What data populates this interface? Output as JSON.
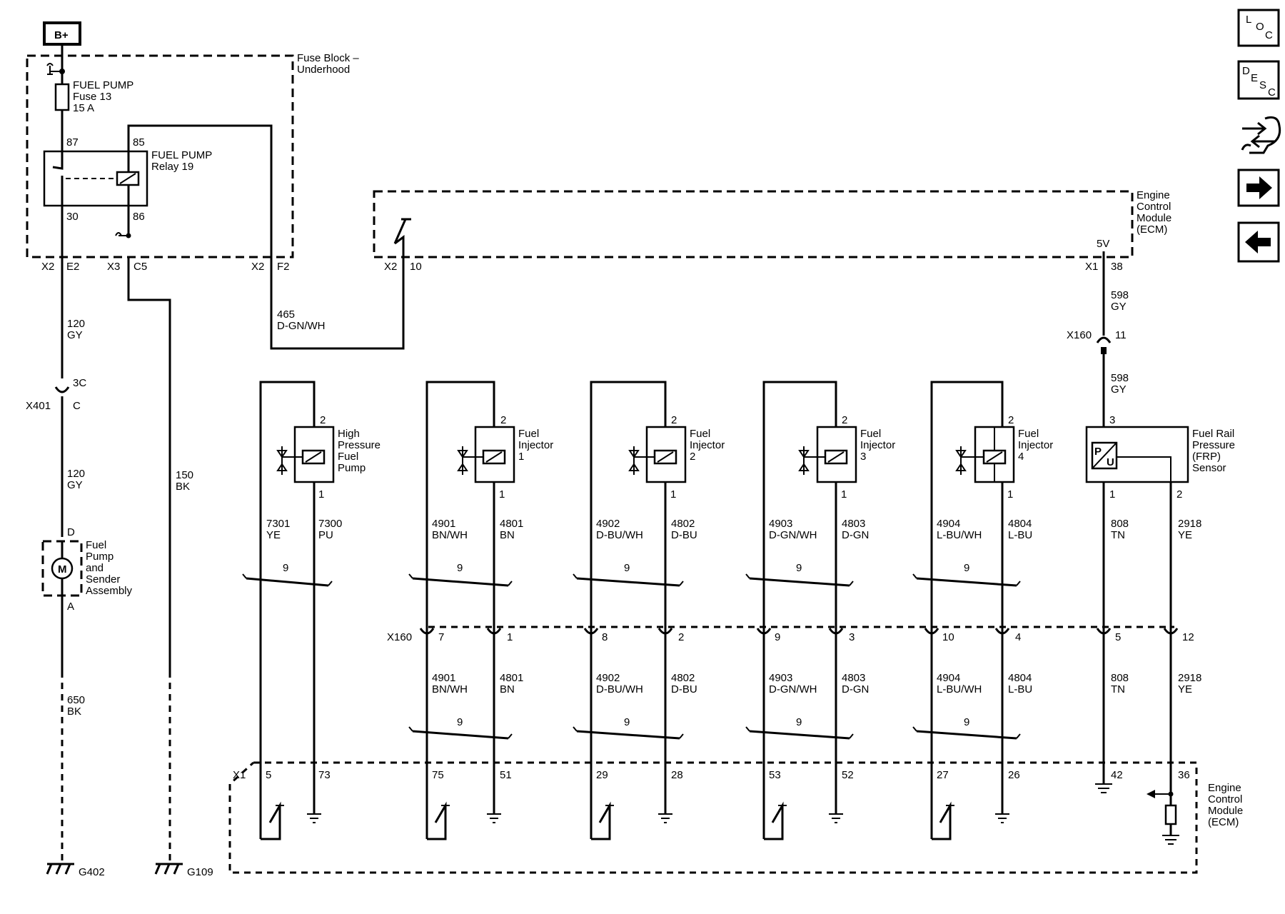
{
  "power": {
    "label": "B+"
  },
  "fuse_block": {
    "title_line1": "Fuse Block –",
    "title_line2": "Underhood",
    "fuse": {
      "line1": "FUEL PUMP",
      "line2": "Fuse 13",
      "line3": "15 A"
    },
    "relay": {
      "line1": "FUEL PUMP",
      "line2": "Relay 19",
      "pin_87": "87",
      "pin_85": "85",
      "pin_30": "30",
      "pin_86": "86"
    },
    "connectors": {
      "x2_e2_conn": "X2",
      "x2_e2_pin": "E2",
      "x3_c5_conn": "X3",
      "x3_c5_pin": "C5",
      "x2_f2_conn": "X2",
      "x2_f2_pin": "F2"
    }
  },
  "ecm_top": {
    "label_line1": "Engine",
    "label_line2": "Control",
    "label_line3": "Module",
    "label_line4": "(ECM)",
    "x2_conn": "X2",
    "x2_pin": "10",
    "x1_conn": "X1",
    "x1_pin": "38",
    "voltage": "5V"
  },
  "wires": {
    "w465_num": "465",
    "w465_color": "D-GN/WH",
    "w120a_num": "120",
    "w120a_color": "GY",
    "w120b_num": "120",
    "w120b_color": "GY",
    "w150_num": "150",
    "w150_color": "BK",
    "w650_num": "650",
    "w650_color": "BK",
    "w598a_num": "598",
    "w598a_color": "GY",
    "w598b_num": "598",
    "w598b_color": "GY"
  },
  "x401": {
    "conn": "X401",
    "pin_top": "3C",
    "pin_bottom": "C"
  },
  "x160_top": {
    "conn": "X160",
    "pin": "11"
  },
  "fuel_pump_assy": {
    "pin_d": "D",
    "pin_a": "A",
    "motor": "M",
    "line1": "Fuel",
    "line2": "Pump",
    "line3": "and",
    "line4": "Sender",
    "line5": "Assembly"
  },
  "grounds": {
    "g402": "G402",
    "g109": "G109"
  },
  "hp_pump": {
    "line1": "High",
    "line2": "Pressure",
    "line3": "Fuel",
    "line4": "Pump",
    "pin2": "2",
    "pin1": "1",
    "wl_num": "7301",
    "wl_color": "YE",
    "wr_num": "7300",
    "wr_color": "PU",
    "twist": "9",
    "ecm_l": "5",
    "ecm_r": "73"
  },
  "injectors": [
    {
      "line1": "Fuel",
      "line2": "Injector",
      "line3": "1",
      "pin2": "2",
      "pin1": "1",
      "wl_num": "4901",
      "wl_color": "BN/WH",
      "wr_num": "4801",
      "wr_color": "BN",
      "twist_top": "9",
      "x160_l": "7",
      "x160_r": "1",
      "wl2_num": "4901",
      "wl2_color": "BN/WH",
      "wr2_num": "4801",
      "wr2_color": "BN",
      "twist_bot": "9",
      "ecm_l": "75",
      "ecm_r": "51"
    },
    {
      "line1": "Fuel",
      "line2": "Injector",
      "line3": "2",
      "pin2": "2",
      "pin1": "1",
      "wl_num": "4902",
      "wl_color": "D-BU/WH",
      "wr_num": "4802",
      "wr_color": "D-BU",
      "twist_top": "9",
      "x160_l": "8",
      "x160_r": "2",
      "wl2_num": "4902",
      "wl2_color": "D-BU/WH",
      "wr2_num": "4802",
      "wr2_color": "D-BU",
      "twist_bot": "9",
      "ecm_l": "29",
      "ecm_r": "28"
    },
    {
      "line1": "Fuel",
      "line2": "Injector",
      "line3": "3",
      "pin2": "2",
      "pin1": "1",
      "wl_num": "4903",
      "wl_color": "D-GN/WH",
      "wr_num": "4803",
      "wr_color": "D-GN",
      "twist_top": "9",
      "x160_l": "9",
      "x160_r": "3",
      "wl2_num": "4903",
      "wl2_color": "D-GN/WH",
      "wr2_num": "4803",
      "wr2_color": "D-GN",
      "twist_bot": "9",
      "ecm_l": "53",
      "ecm_r": "52"
    },
    {
      "line1": "Fuel",
      "line2": "Injector",
      "line3": "4",
      "pin2": "2",
      "pin1": "1",
      "wl_num": "4904",
      "wl_color": "L-BU/WH",
      "wr_num": "4804",
      "wr_color": "L-BU",
      "twist_top": "9",
      "x160_l": "10",
      "x160_r": "4",
      "wl2_num": "4904",
      "wl2_color": "L-BU/WH",
      "wr2_num": "4804",
      "wr2_color": "L-BU",
      "twist_bot": "9",
      "ecm_l": "27",
      "ecm_r": "26"
    }
  ],
  "frp_sensor": {
    "line1": "Fuel Rail",
    "line2": "Pressure",
    "line3": "(FRP)",
    "line4": "Sensor",
    "pin3": "3",
    "pin1": "1",
    "pin2": "2",
    "sym_p": "P",
    "sym_u": "U",
    "wl_num": "808",
    "wl_color": "TN",
    "wr_num": "2918",
    "wr_color": "YE",
    "x160_l": "5",
    "x160_r": "12",
    "wl2_num": "808",
    "wl2_color": "TN",
    "wr2_num": "2918",
    "wr2_color": "YE",
    "ecm_l": "42",
    "ecm_r": "36"
  },
  "x160_mid": {
    "conn": "X160"
  },
  "ecm_bottom": {
    "conn": "X1",
    "label_line1": "Engine",
    "label_line2": "Control",
    "label_line3": "Module",
    "label_line4": "(ECM)"
  },
  "nav": {
    "loc": {
      "l": "L",
      "o": "O",
      "c": "C"
    },
    "desc": {
      "d": "D",
      "e": "E",
      "s": "S",
      "c": "C"
    },
    "icons": [
      "connector-tool-icon",
      "arrow-right-icon",
      "arrow-left-icon"
    ]
  }
}
